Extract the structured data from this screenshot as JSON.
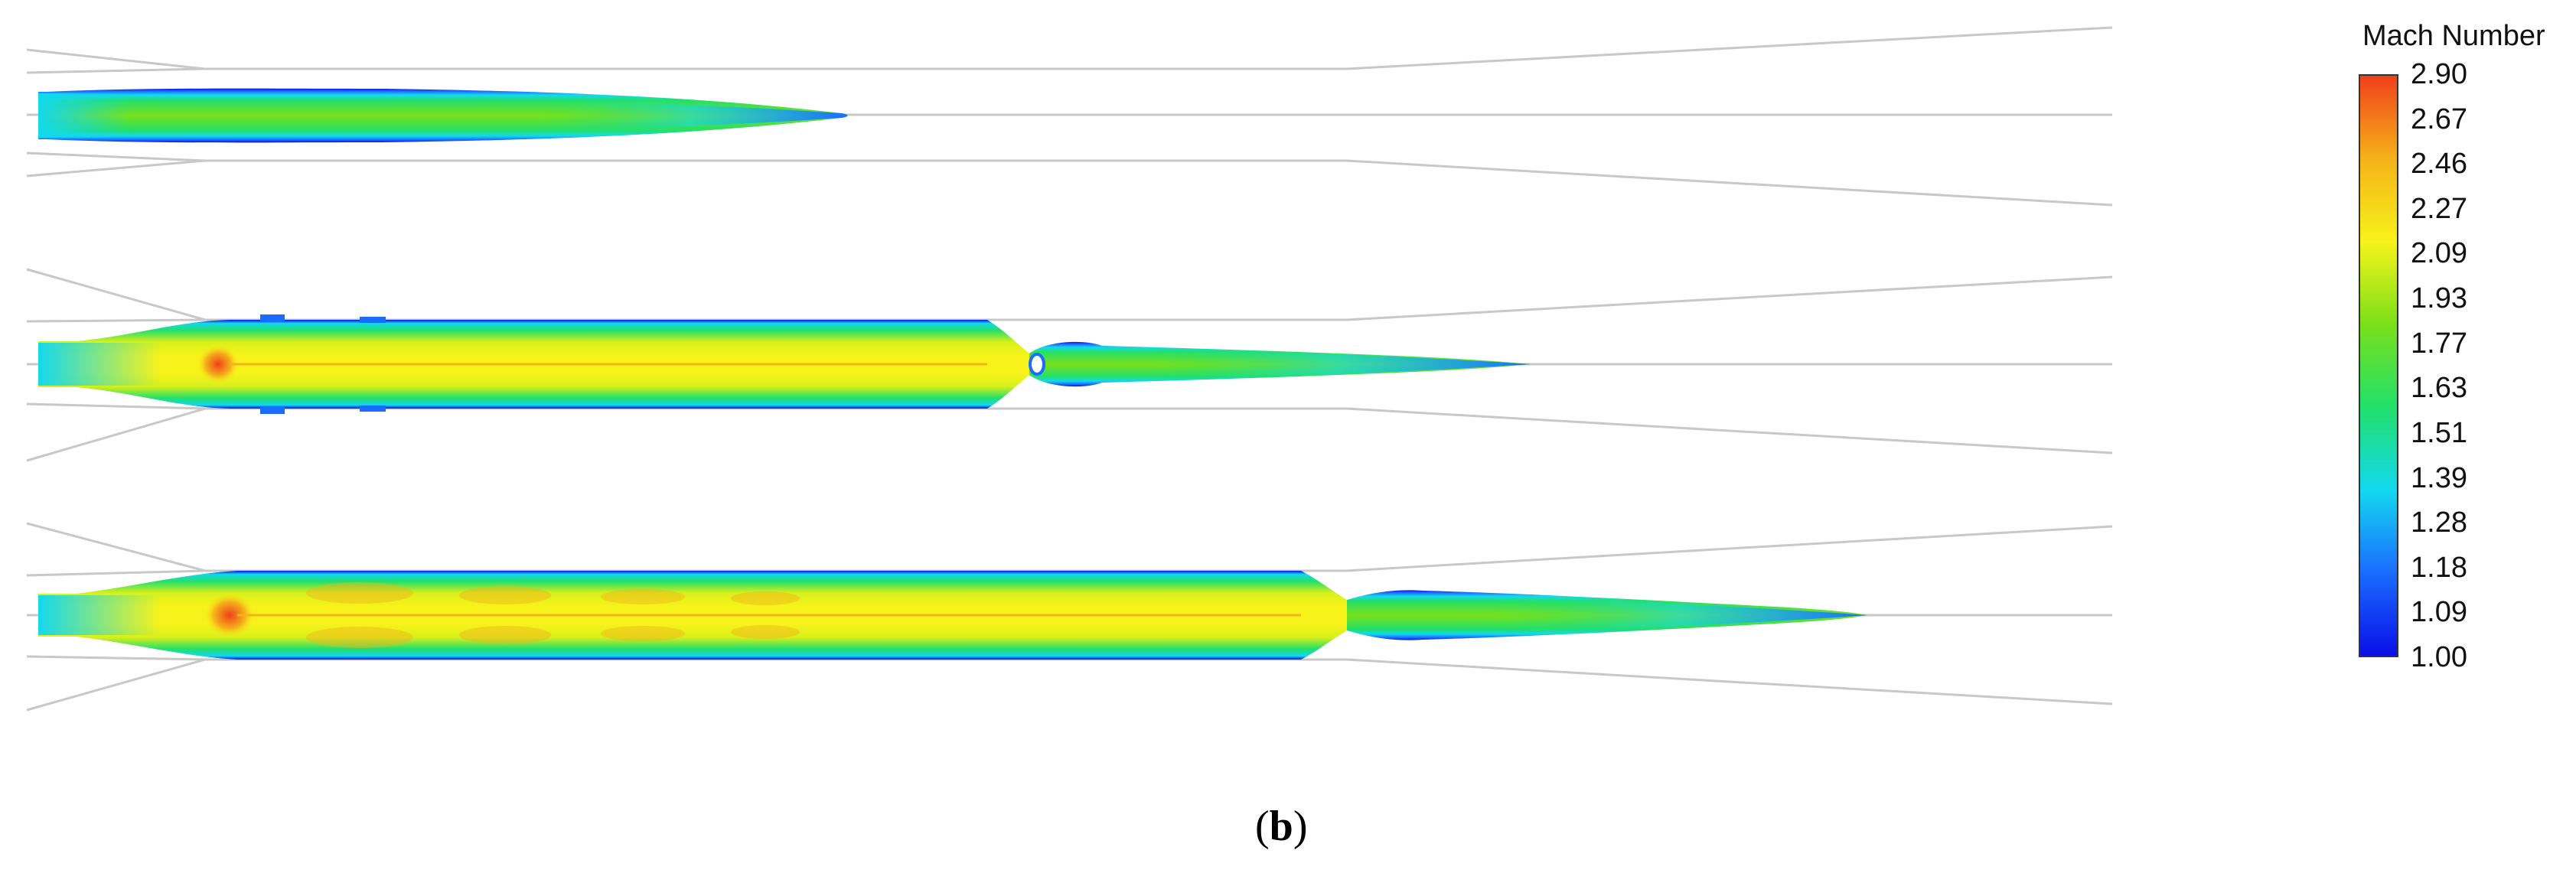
{
  "legend": {
    "title": "Mach Number",
    "ticks": [
      "2.90",
      "2.67",
      "2.46",
      "2.27",
      "2.09",
      "1.93",
      "1.77",
      "1.63",
      "1.51",
      "1.39",
      "1.28",
      "1.18",
      "1.09",
      "1.00"
    ],
    "min": 1.0,
    "max": 2.9,
    "colors": [
      "#0a10e8",
      "#1a6cff",
      "#13d8ee",
      "#22e06a",
      "#7ae01a",
      "#f7f31a",
      "#f5b21a",
      "#f0401a"
    ]
  },
  "caption": {
    "open": "(",
    "letter": "b",
    "close": ")"
  },
  "chart_data": {
    "type": "heatmap",
    "quantity": "Mach Number",
    "colorbar_range": [
      1.0,
      2.9
    ],
    "colorbar_ticks": [
      2.9,
      2.67,
      2.46,
      2.27,
      2.09,
      1.93,
      1.77,
      1.63,
      1.51,
      1.39,
      1.28,
      1.18,
      1.09,
      1.0
    ],
    "panels": 3
  }
}
